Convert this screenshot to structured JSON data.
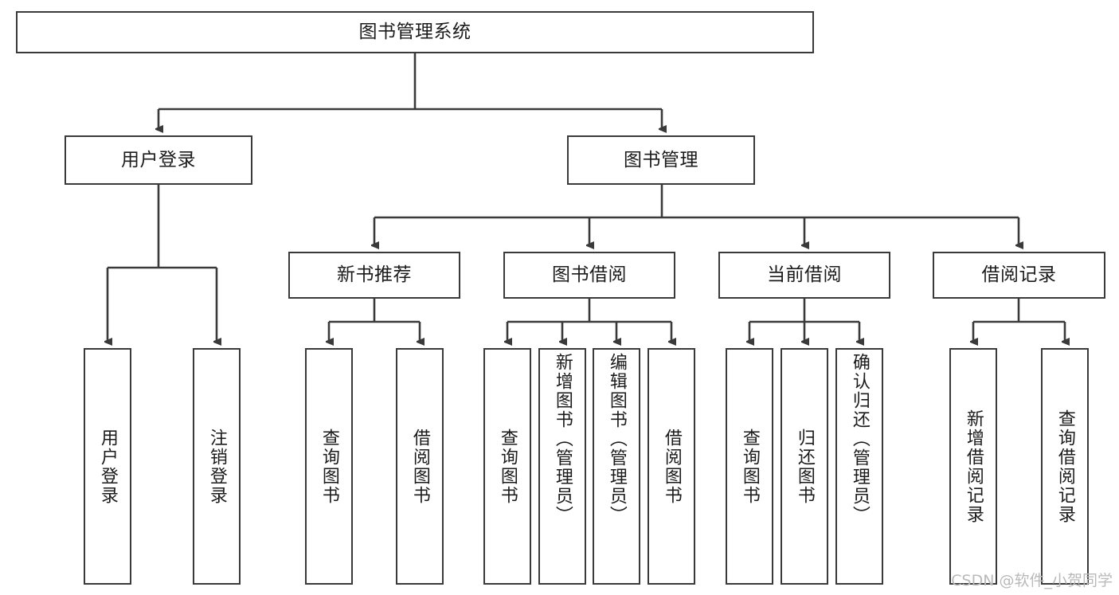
{
  "diagram": {
    "title": "图书管理系统",
    "type": "tree-hierarchy",
    "watermark": "CSDN @软件_小贺同学",
    "colors": {
      "background": "#ffffff",
      "box_border": "#3a3a3a",
      "box_fill": "#ffffff",
      "text": "#1b1b1b",
      "connector": "#3a3a3a",
      "watermark": "#b9b9b9"
    },
    "root": {
      "label": "图书管理系统"
    },
    "level2": [
      {
        "id": "user-login",
        "label": "用户登录"
      },
      {
        "id": "book-manage",
        "label": "图书管理"
      }
    ],
    "level3": [
      {
        "id": "new-book-recommend",
        "label": "新书推荐",
        "parent": "book-manage"
      },
      {
        "id": "book-borrow",
        "label": "图书借阅",
        "parent": "book-manage"
      },
      {
        "id": "current-borrow",
        "label": "当前借阅",
        "parent": "book-manage"
      },
      {
        "id": "borrow-record",
        "label": "借阅记录",
        "parent": "book-manage"
      }
    ],
    "leaves": [
      {
        "id": "leaf-user-login",
        "label": "用户登录",
        "parent": "user-login"
      },
      {
        "id": "leaf-logout-login",
        "label": "注销登录",
        "parent": "user-login"
      },
      {
        "id": "leaf-query-book-1",
        "label": "查询图书",
        "parent": "new-book-recommend"
      },
      {
        "id": "leaf-borrow-book-1",
        "label": "借阅图书",
        "parent": "new-book-recommend"
      },
      {
        "id": "leaf-query-book-2",
        "label": "查询图书",
        "parent": "book-borrow"
      },
      {
        "id": "leaf-add-book",
        "label": "新增图书（管理员）",
        "parent": "book-borrow"
      },
      {
        "id": "leaf-edit-book",
        "label": "编辑图书（管理员）",
        "parent": "book-borrow"
      },
      {
        "id": "leaf-borrow-book-2",
        "label": "借阅图书",
        "parent": "book-borrow"
      },
      {
        "id": "leaf-query-book-3",
        "label": "查询图书",
        "parent": "current-borrow"
      },
      {
        "id": "leaf-return-book",
        "label": "归还图书",
        "parent": "current-borrow"
      },
      {
        "id": "leaf-confirm-return",
        "label": "确认归还（管理员）",
        "parent": "current-borrow"
      },
      {
        "id": "leaf-add-record",
        "label": "新增借阅记录",
        "parent": "borrow-record"
      },
      {
        "id": "leaf-query-record",
        "label": "查询借阅记录",
        "parent": "borrow-record"
      }
    ]
  }
}
